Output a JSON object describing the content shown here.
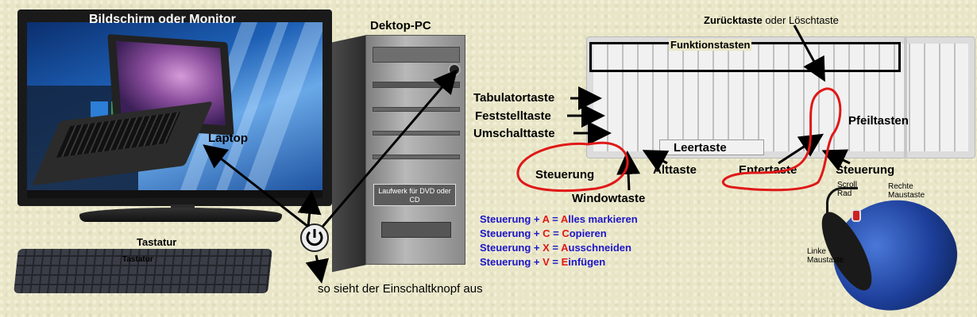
{
  "labels": {
    "monitor": "Bildschirm oder Monitor",
    "pc": "Dektop-PC",
    "laptop": "Laptop",
    "keyboard_small": "Tastatur",
    "keyboard_on_device": "Tastatur",
    "drive": "Laufwerk  für DVD oder CD",
    "power_caption": "so sieht der Einschaltknopf aus",
    "backspace": "Zurücktaste",
    "backspace_alt": "oder Löschtaste",
    "function_keys": "Funktionstasten",
    "tab": "Tabulatortaste",
    "caps": "Feststelltaste",
    "shift": "Umschalttaste",
    "arrows": "Pfeiltasten",
    "space": "Leertaste",
    "ctrl_left": "Steuerung",
    "windows": "Windowtaste",
    "alt": "Alttaste",
    "enter": "Entertaste",
    "ctrl_right": "Steuerung",
    "scroll_wheel": "Scroll Rad",
    "right_mouse": "Rechte Maustaste",
    "left_mouse": "Linke Maustaste"
  },
  "shortcuts": [
    {
      "prefix": "Steuerung + ",
      "key": "A",
      "eq": " = ",
      "cap": "A",
      "rest": "lles markieren"
    },
    {
      "prefix": "Steuerung + ",
      "key": "C",
      "eq": " = ",
      "cap": "C",
      "rest": "opieren"
    },
    {
      "prefix": "Steuerung + ",
      "key": "X",
      "eq": " = ",
      "cap": "A",
      "rest": "usschneiden"
    },
    {
      "prefix": "Steuerung + ",
      "key": "V",
      "eq": " = ",
      "cap": "E",
      "rest": "infügen"
    }
  ],
  "colors": {
    "background": "#e9e6c8",
    "shortcut_text": "#1c16c9",
    "shortcut_highlight": "#e01818",
    "red_marker": "#e01818",
    "arrow": "#000000"
  }
}
